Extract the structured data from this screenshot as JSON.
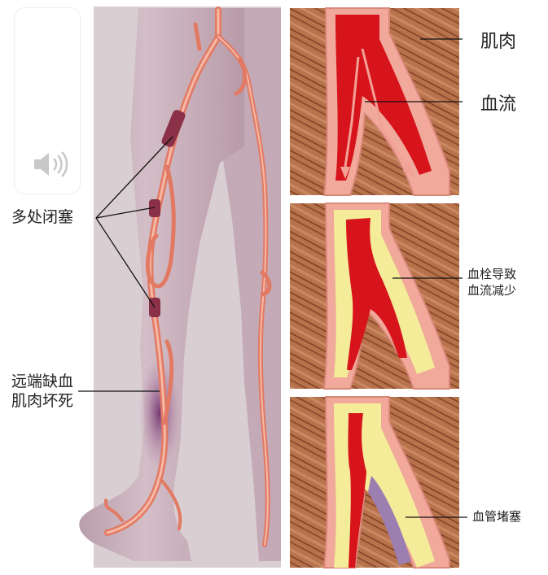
{
  "labels": {
    "multi_occlusion": "多处闭塞",
    "distal_ischemia_line1": "远端缺血",
    "distal_ischemia_line2": "肌肉坏死",
    "muscle": "肌肉",
    "blood_flow": "血流",
    "thrombus_line1": "血栓导致",
    "thrombus_line2": "血流减少",
    "vessel_blocked": "血管堵塞"
  },
  "icons": {
    "sound": "speaker-icon"
  },
  "colors": {
    "leg_skin": "#cdb6bf",
    "leg_shadow": "#ad8f9c",
    "artery": "#e9846f",
    "artery_light": "#f3b7a4",
    "occlusion": "#8a3148",
    "ischemia": "#7b3a74",
    "muscle": "#b06a45",
    "vessel_wall": "#f0a99a",
    "blood": "#d7141b",
    "plaque": "#f4ec98",
    "clot": "#9b7fb1"
  }
}
